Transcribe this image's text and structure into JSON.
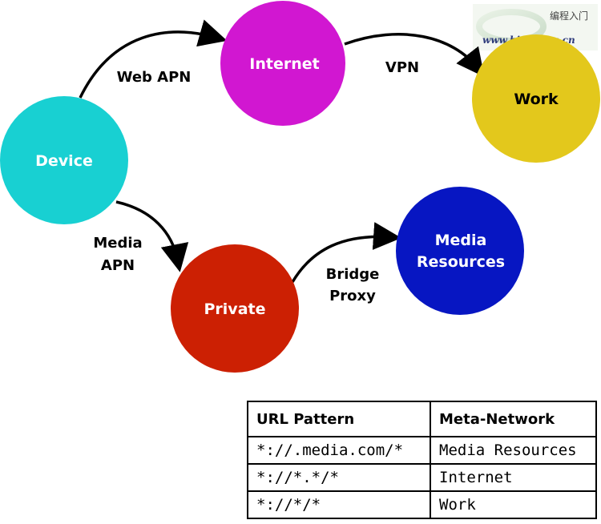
{
  "watermark": {
    "cn_text": "编程入门",
    "url_text": "www.bianceng.cn"
  },
  "nodes": {
    "device": {
      "label": "Device",
      "color": "#18d0d2"
    },
    "internet": {
      "label": "Internet",
      "color": "#d117d1"
    },
    "work": {
      "label": "Work",
      "color": "#e3c81c"
    },
    "private": {
      "label": "Private",
      "color": "#cc2003"
    },
    "media": {
      "label_lines": [
        "Media",
        "Resources"
      ],
      "color": "#0716c2"
    }
  },
  "edges": {
    "web_apn": {
      "label": "Web APN"
    },
    "vpn": {
      "label": "VPN"
    },
    "media_apn": {
      "label_lines": [
        "Media",
        "APN"
      ]
    },
    "bridge_proxy": {
      "label_lines": [
        "Bridge",
        "Proxy"
      ]
    }
  },
  "table": {
    "headers": [
      "URL Pattern",
      "Meta-Network"
    ],
    "rows": [
      [
        "*://.media.com/*",
        "Media Resources"
      ],
      [
        "*://*.*/*",
        "Internet"
      ],
      [
        "*://*/*",
        "Work"
      ]
    ]
  }
}
